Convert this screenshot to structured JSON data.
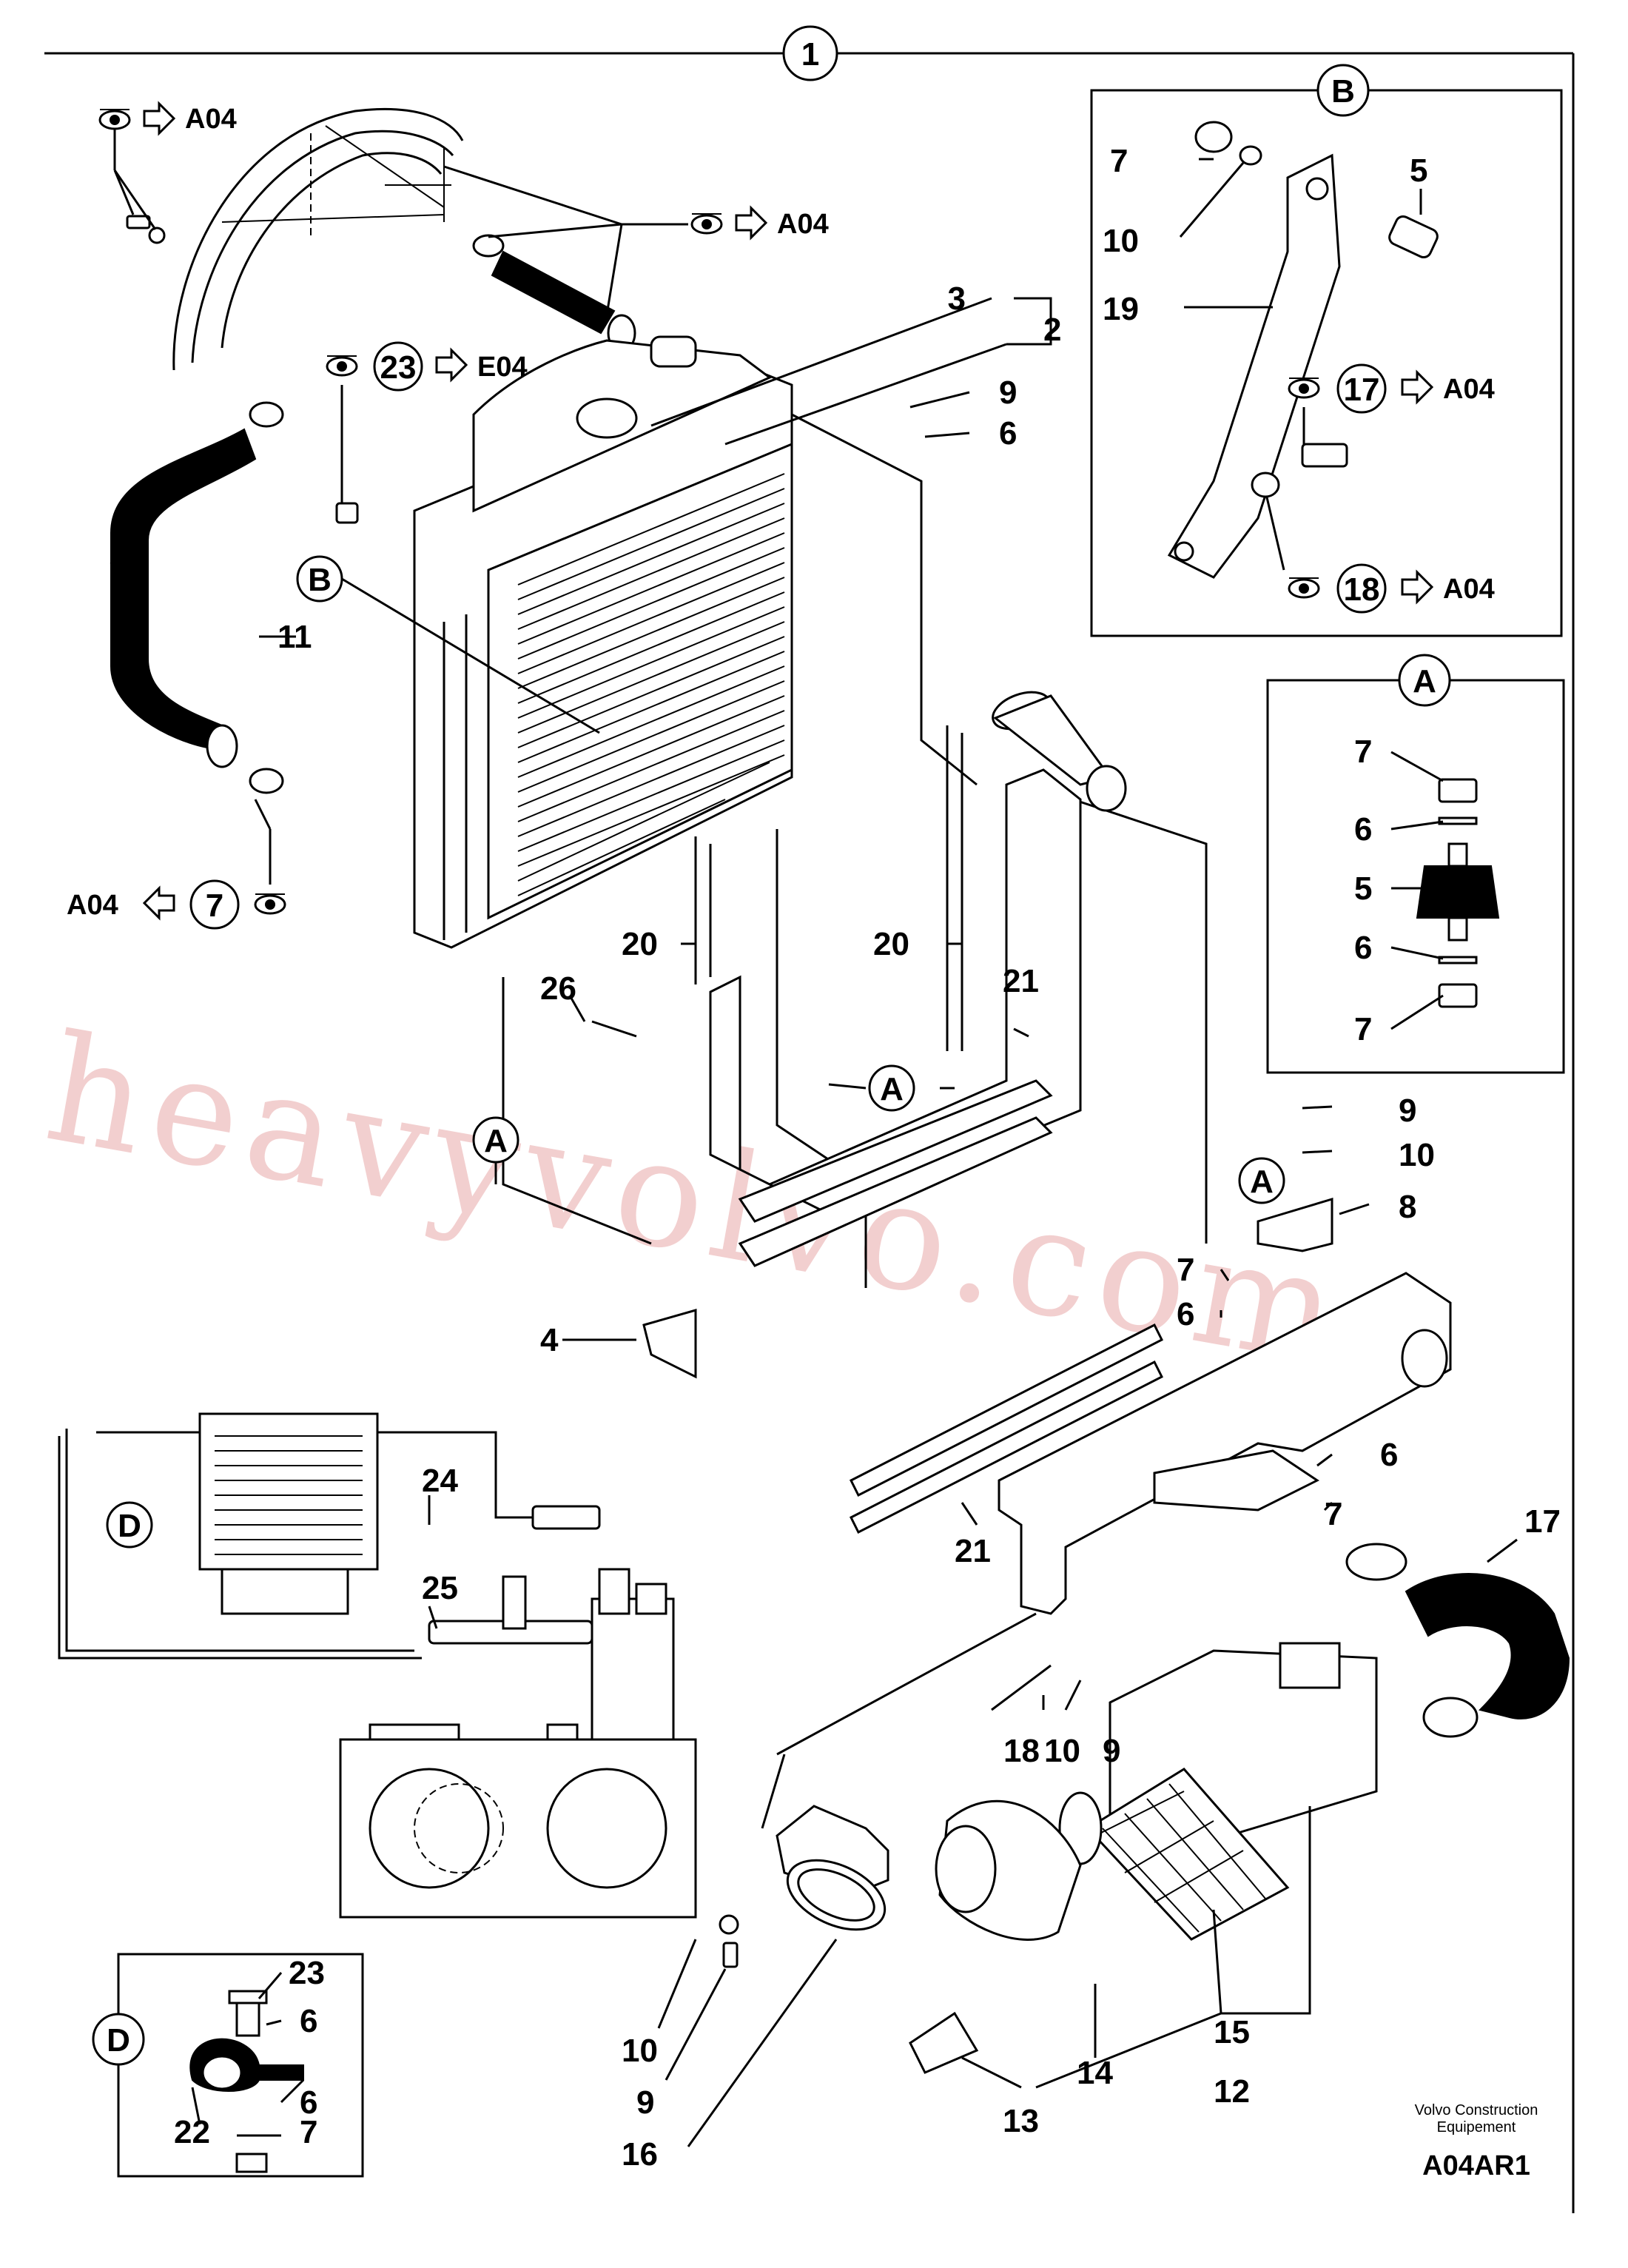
{
  "diagram": {
    "main_ref": "1",
    "drawing_code": "A04AR1",
    "publisher_line1": "Volvo Construction",
    "publisher_line2": "Equipement",
    "watermark": "heavyvolvo.com",
    "callouts": {
      "n2": "2",
      "n3": "3",
      "n4": "4",
      "n6a": "6",
      "n6b": "6",
      "n6c": "6",
      "n7a": "7",
      "n7b": "7",
      "n8": "8",
      "n9a": "9",
      "n9b": "9",
      "n9c": "9",
      "n10a": "10",
      "n10b": "10",
      "n10c": "10",
      "n11": "11",
      "n12": "12",
      "n13": "13",
      "n14": "14",
      "n15": "15",
      "n16": "16",
      "n17": "17",
      "n18": "18",
      "n20a": "20",
      "n20b": "20",
      "n21a": "21",
      "n21b": "21",
      "n24": "24",
      "n25": "25",
      "n26": "26"
    },
    "refs": [
      {
        "text": "A04"
      },
      {
        "text": "A04"
      },
      {
        "text": "E04"
      },
      {
        "text": "A04"
      },
      {
        "text": "A04"
      },
      {
        "text": "A04"
      }
    ],
    "ref_circles": {
      "r23": "23",
      "r7": "7",
      "r17": "17",
      "r18": "18"
    },
    "markers": {
      "B": "B",
      "A": "A",
      "D": "D"
    },
    "detail_b": {
      "marker": "B",
      "labels": {
        "n7": "7",
        "n10": "10",
        "n19": "19",
        "n5": "5"
      }
    },
    "detail_a": {
      "marker": "A",
      "labels": {
        "n7a": "7",
        "n6a": "6",
        "n5": "5",
        "n6b": "6",
        "n7b": "7"
      }
    },
    "detail_d": {
      "marker": "D",
      "labels": {
        "n23": "23",
        "n6a": "6",
        "n6b": "6",
        "n22": "22",
        "n7": "7"
      }
    }
  }
}
